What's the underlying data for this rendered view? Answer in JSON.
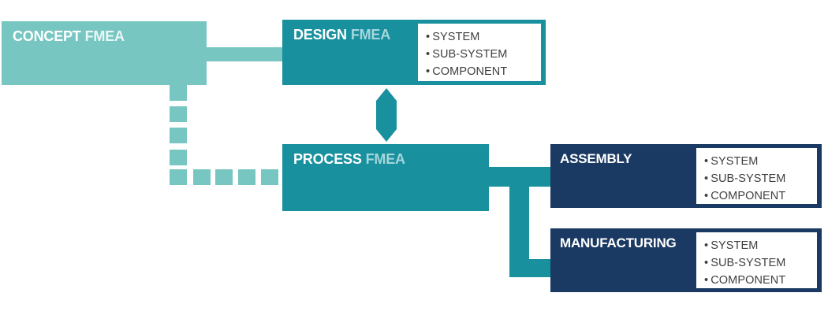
{
  "palette": {
    "light_teal": "#77c6c2",
    "dark_teal": "#18909e",
    "navy": "#1b3a63",
    "list_text_gray": "#3f3f3f",
    "fmea_suffix_tint_on_dark_teal": "#a5d6dc",
    "fmea_suffix_tint_on_light_teal": "#eaf7f6",
    "white": "#ffffff"
  },
  "nodes": {
    "concept": {
      "name": "CONCEPT",
      "suffix": "FMEA"
    },
    "design": {
      "name": "DESIGN",
      "suffix": "FMEA",
      "bullets": [
        "SYSTEM",
        "SUB-SYSTEM",
        "COMPONENT"
      ]
    },
    "process": {
      "name": "PROCESS",
      "suffix": "FMEA"
    },
    "assembly": {
      "name": "ASSEMBLY",
      "bullets": [
        "SYSTEM",
        "SUB-SYSTEM",
        "COMPONENT"
      ]
    },
    "manufacturing": {
      "name": "MANUFACTURING",
      "bullets": [
        "SYSTEM",
        "SUB-SYSTEM",
        "COMPONENT"
      ]
    }
  }
}
